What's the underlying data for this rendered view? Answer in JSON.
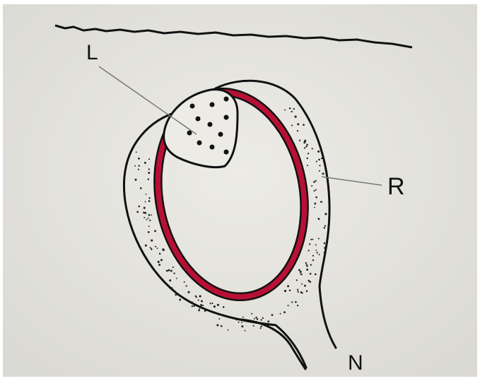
{
  "diagram": {
    "labels": {
      "lens": "L",
      "retina": "R",
      "nerve": "N"
    },
    "colors": {
      "background": "#e8e7e1",
      "ink": "#111111",
      "retina": "#b81035",
      "leader": "#777777"
    }
  }
}
